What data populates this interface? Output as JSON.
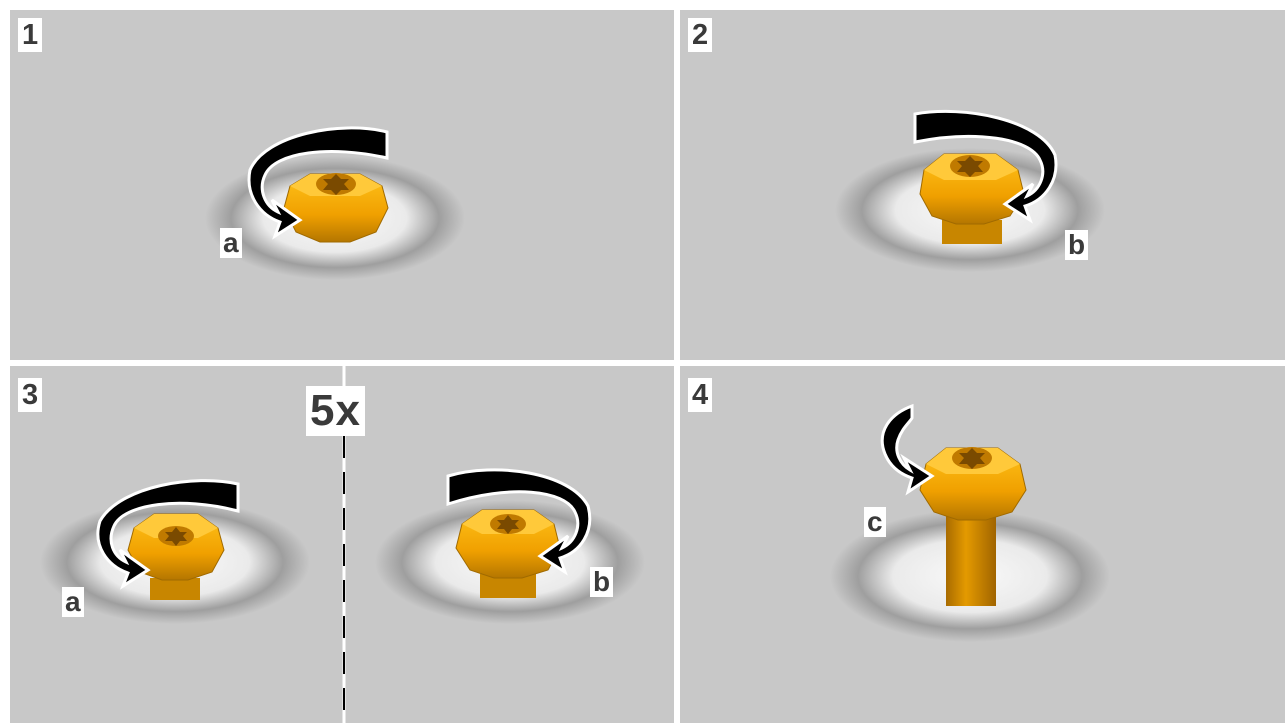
{
  "steps": [
    {
      "number": "1",
      "labels": [
        "a"
      ]
    },
    {
      "number": "2",
      "labels": [
        "b"
      ]
    },
    {
      "number": "3",
      "labels": [
        "a",
        "b"
      ],
      "repeat": "5x"
    },
    {
      "number": "4",
      "labels": [
        "c"
      ]
    }
  ],
  "colors": {
    "background": "#c8c8c8",
    "screw": "#f0a400",
    "screw_dark": "#b87a00",
    "arrow": "#000000",
    "label_box": "#ffffff",
    "label_text": "#3a3a3a"
  },
  "icons": {
    "turn_counterclockwise": "curved-arrow-icon",
    "turn_clockwise": "curved-arrow-icon",
    "screw_head": "torx-screw-icon"
  }
}
